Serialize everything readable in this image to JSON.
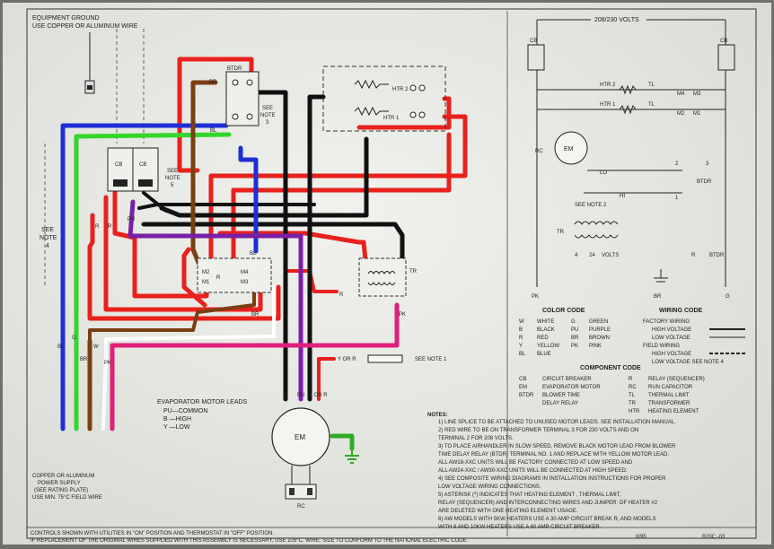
{
  "top_left": {
    "ground_title": "EQUIPMENT GROUND",
    "ground_sub": "USE COPPER OR ALUMINUM WIRE"
  },
  "note_refs": {
    "see_note_3": [
      "SEE",
      "NOTE",
      "3"
    ],
    "see_note_5": [
      "SEE",
      "NOTE",
      "5"
    ],
    "see_note_4": [
      "SEE",
      "NOTE",
      "4"
    ],
    "see_note_1": "SEE NOTE 1",
    "see_note_2": "SEE NOTE 2"
  },
  "components": {
    "cb": "CB",
    "btdr": "BTDR",
    "htr1": "HTR 1",
    "htr2": "HTR 2",
    "tr": "TR",
    "em": "EM",
    "rc": "RC",
    "r": "R",
    "m1": "M1",
    "m2": "M2",
    "m3": "M3",
    "m4": "M4",
    "tl": "TL",
    "lo": "LO",
    "hi": "HI",
    "vac24": "24 VOLTS"
  },
  "wire_labels": {
    "r": "R",
    "bl": "BL",
    "br": "BR",
    "b": "B",
    "pu": "PU",
    "pk": "PK",
    "g": "G",
    "y_or_r": "Y OR R",
    "w": "W"
  },
  "evap_leads": {
    "title": "EVAPORATOR MOTOR LEADS",
    "items": [
      "PU—COMMON",
      "B —HIGH",
      "Y —LOW"
    ]
  },
  "supply": {
    "lines": [
      "COPPER OR ALUMINUM",
      "POWER SUPPLY",
      "(SEE RATING PLATE)",
      "USE MIN. 75°C FIELD WIRE"
    ]
  },
  "schematic": {
    "voltage": "208/230 VOLTS",
    "terminals": [
      "4",
      "24",
      "VOLTS",
      "3",
      "2",
      "1"
    ]
  },
  "color_code": {
    "title": "COLOR CODE",
    "rows": [
      [
        "W",
        "WHITE",
        "G",
        "GREEN"
      ],
      [
        "B",
        "BLACK",
        "PU",
        "PURPLE"
      ],
      [
        "R",
        "RED",
        "BR",
        "BROWN"
      ],
      [
        "Y",
        "YELLOW",
        "PK",
        "PINK"
      ],
      [
        "BL",
        "BLUE",
        "",
        ""
      ]
    ]
  },
  "wiring_code": {
    "title": "WIRING CODE",
    "items": [
      "FACTORY WIRING",
      "HIGH VOLTAGE",
      "LOW VOLTAGE",
      "FIELD WIRING",
      "HIGH VOLTAGE",
      "LOW VOLTAGE SEE NOTE 4"
    ]
  },
  "component_code": {
    "title": "COMPONENT CODE",
    "left": [
      [
        "CB",
        "CIRCUIT BREAKER"
      ],
      [
        "EM",
        "EVAPORATOR MOTOR"
      ],
      [
        "BTDR",
        "BLOWER TIME"
      ],
      [
        "",
        "DELAY RELAY"
      ]
    ],
    "right": [
      [
        "R",
        "RELAY (SEQUENCER)"
      ],
      [
        "RC",
        "RUN CAPACITOR"
      ],
      [
        "TL",
        "THERMAL LIMIT"
      ],
      [
        "TR",
        "TRANSFORMER"
      ],
      [
        "HTR",
        "HEATING ELEMENT"
      ]
    ]
  },
  "notes": {
    "title": "NOTES:",
    "lines": [
      "1) LINE SPLICE TO BE ATTACHED TO UNUSED MOTOR LEADS.  SEE INSTALLATION MANUAL.",
      "2) RED WIRE TO BE ON TRANSFORMER TERMINAL 3 FOR 230 VOLTS AND ON",
      "    TERMINAL 2 FOR 208 VOLTS.",
      "3) TO PLACE AIRHANDLER IN SLOW SPEED, REMOVE BLACK MOTOR LEAD FROM BLOWER",
      "    TIME DELAY RELAY (BTDR) TERMINAL NO. 1 AND REPLACE WITH YELLOW MOTOR LEAD.",
      "    ALL AW18-XXC UNITS WILL BE FACTORY CONNECTED AT LOW SPEED AND",
      "    ALL AW24-XXC / AW30-XXC UNITS WILL BE CONNECTED AT HIGH SPEED.",
      "4) SEE COMPOSITE WIRING DIAGRAMS IN INSTALLATION INSTRUCTIONS FOR PROPER",
      "    LOW VOLTAGE WIRING CONNECTIONS.",
      "5) ASTERISK (*) INDICATES THAT HEATING ELEMENT , THERMAL LIMIT,",
      "    RELAY (SEQUENCER) AND INTERCONNECTING WIRES AND JUMPER: OF HEATER #2",
      "    ARE DELETED WITH ONE HEATING ELEMENT USAGE.",
      "6) AW MODELS WITH 5KW HEATERS USE A 30 AMP CIRCUIT BREAK R, AND MODELS",
      "    WITH 8 AND 10KW HEATERS USE A 60 AMP CIRCUIT BREAKER."
    ]
  },
  "footer": {
    "line1": "CONTROLS SHOWN WITH UTILITIES IN \"ON\" POSITION AND THERMOSTAT IN \"OFF\" POSITION.",
    "line2": "IF REPLACEMENT OF THE ORIGINAL WIRES SUPPLIED WITH THIS ASSEMBLY IS NECESSARY, USE 105°C. WIRE.  SIZE TO CONFORM TO THE NATIONAL ELECTRIC CODE.",
    "date": "8/95",
    "code": "B20C -03"
  },
  "colors": {
    "red": "#e8211c",
    "black": "#111111",
    "blue": "#1e2fd6",
    "green": "#33d62a",
    "purple": "#7a1fa8",
    "brown": "#7a3f12",
    "pink": "#e0207a",
    "white": "#ffffff",
    "paper": "#e9ebe6"
  }
}
